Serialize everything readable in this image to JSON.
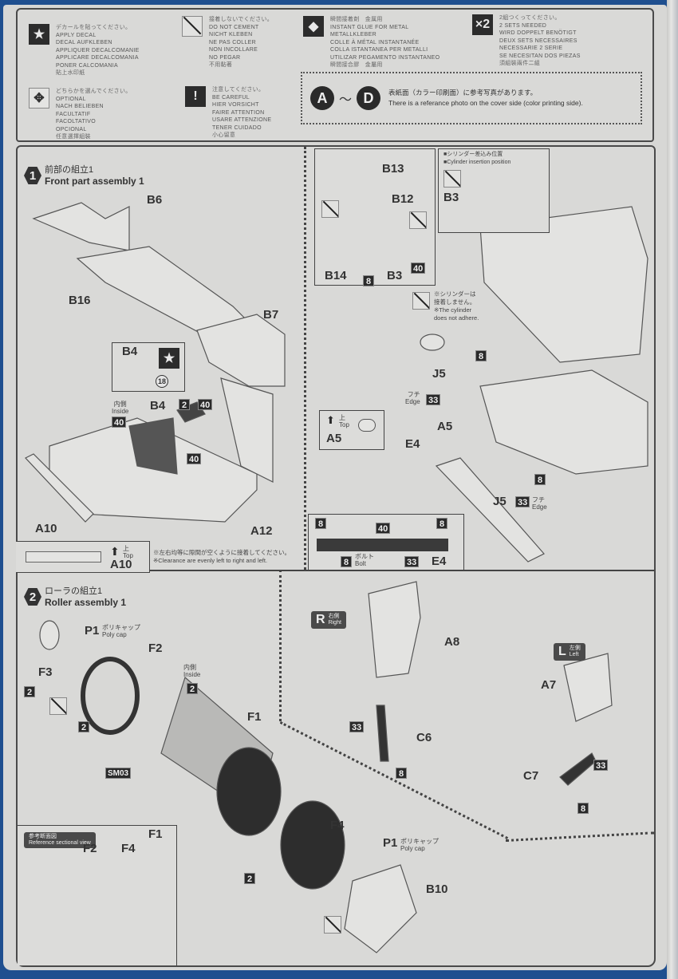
{
  "legend": {
    "items": [
      {
        "icon": "star-decal-icon",
        "glyph": "★",
        "lines": [
          "デカールを貼ってください。",
          "APPLY DECAL",
          "DECAL AUFKLEBEN",
          "APPLIQUER DECALCOMANIE",
          "APPLICARE DECALCOMANIA",
          "PONER CALCOMANIA",
          "貼上水印紙"
        ]
      },
      {
        "icon": "optional-icon",
        "glyph": "✥",
        "lines": [
          "どちらかを選んでください。",
          "OPTIONAL",
          "NACH BELIEBEN",
          "FACULTATIF",
          "FACOLTATIVO",
          "OPCIONAL",
          "任意選擇組裝"
        ]
      },
      {
        "icon": "do-not-cement-icon",
        "glyph": "",
        "lines": [
          "接着しないでください。",
          "DO NOT CEMENT",
          "NICHT KLEBEN",
          "NE PAS COLLER",
          "NON INCOLLARE",
          "NO PEGAR",
          "不用黏著"
        ]
      },
      {
        "icon": "be-careful-icon",
        "glyph": "!",
        "lines": [
          "注意してください。",
          "BE CAREFUL",
          "HIER VORSICHT",
          "FAIRE ATTENTION",
          "USARE ATTENZIONE",
          "TENER CUIDADO",
          "小心留意"
        ]
      },
      {
        "icon": "instant-glue-icon",
        "glyph": "◆",
        "lines": [
          "瞬間接着剤　金属用",
          "INSTANT GLUE FOR METAL",
          "METALLKLEBER",
          "COLLE À MÉTAL INSTANTANÉE",
          "COLLA ISTANTANEA PER METALLI",
          "UTILIZAR PEGAMENTO INSTANTANEO",
          "瞬間接合膠　金屬用"
        ]
      },
      {
        "icon": "x2-sets-icon",
        "glyph": "×2",
        "lines": [
          "2組つくってください。",
          "2 SETS NEEDED",
          "WIRD DOPPELT BENÖTIGT",
          "DEUX SETS NECESSAIRES",
          "NECESSARIE 2 SERIE",
          "SE NECESITAN DOS PIEZAS",
          "須組裝兩件二組"
        ]
      }
    ],
    "reference": {
      "from": "A",
      "to": "D",
      "tilde": "〜",
      "jp": "表紙面（カラー印刷面）に参考写真があります。",
      "en": "There is a referance photo on the cover side (color printing side)."
    }
  },
  "step1": {
    "number": "1",
    "title_jp": "前部の組立1",
    "title_en": "Front part assembly 1",
    "parts": [
      "B6",
      "B16",
      "B7",
      "B4",
      "A10",
      "A12"
    ],
    "b4_callout": {
      "part": "B4",
      "paint_code": "18",
      "decal": "★"
    },
    "inside_jp": "内側",
    "inside_en": "Inside",
    "paints": [
      "40",
      "2",
      "40",
      "40"
    ],
    "a10_callout": {
      "part": "A10",
      "top_jp": "上",
      "top_en": "Top"
    },
    "note_jp": "※左右均等に隙間が空くように接着してください。",
    "note_en": "※Clearance are evenly left to right and left."
  },
  "step1_right": {
    "parts": [
      "B13",
      "B12",
      "B14",
      "B3",
      "J5",
      "A5",
      "E4"
    ],
    "b3_paints": [
      "8",
      "40"
    ],
    "cylinder_callout": {
      "line1": "■シリンダー差込み位置",
      "line2": "■Cylinder insertion position",
      "part": "B3"
    },
    "cylinder_note": [
      "※シリンダーは",
      "接着しません。",
      "※The cylinder",
      "does not adhere."
    ],
    "a5_callout": {
      "part": "A5",
      "top_jp": "上",
      "top_en": "Top"
    },
    "j5_paint": "33",
    "edge_jp": "フチ",
    "edge_en": "Edge",
    "body_paint": "8",
    "e4_callout": {
      "part": "E4",
      "paints": [
        "8",
        "40",
        "8",
        "8",
        "33"
      ],
      "bolt_jp": "ボルト",
      "bolt_en": "Bolt"
    }
  },
  "step2": {
    "number": "2",
    "title_jp": "ローラの組立1",
    "title_en": "Roller assembly 1",
    "parts": [
      "P1",
      "F2",
      "F3",
      "F1",
      "F4",
      "B10"
    ],
    "polycap_jp": "ポリキャップ",
    "polycap_en": "Poly cap",
    "inside_jp": "内側",
    "inside_en": "Inside",
    "paint_2": "2",
    "sm_code": "SM03",
    "sectional": {
      "jp": "参考断面図",
      "en": "Reference sectional view",
      "labels": [
        "F1",
        "F2",
        "F4"
      ]
    }
  },
  "step2_right": {
    "right": {
      "letter": "R",
      "jp": "右側",
      "en": "Right",
      "parts": [
        "A8",
        "C6"
      ],
      "paints": [
        "33",
        "8"
      ]
    },
    "left": {
      "letter": "L",
      "jp": "左側",
      "en": "Left",
      "parts": [
        "A7",
        "C7"
      ],
      "paints": [
        "33",
        "8"
      ]
    }
  }
}
